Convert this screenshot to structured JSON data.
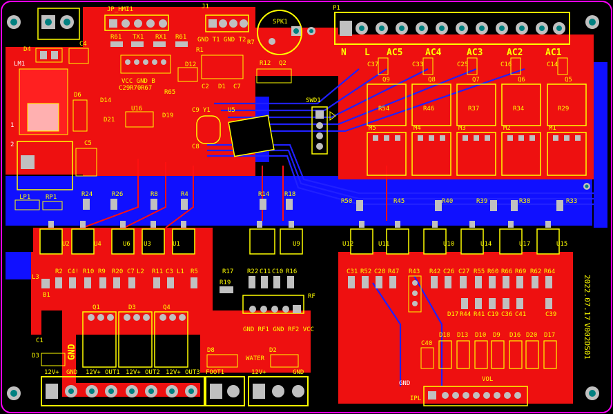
{
  "colors": {
    "board": "#000000",
    "outline": "#ff00ff",
    "top_copper": "#ff0000",
    "bottom_copper": "#0000ff",
    "silkscreen": "#ffff00",
    "pad": "#c0c0c0",
    "drill": "#008080"
  },
  "connectors": {
    "jp_hmi": "JP_HMI1",
    "j1": "J1",
    "j1_pins": "GND T1 GND T2",
    "spk": "SPK1",
    "p1": "P1",
    "p1_pins": [
      "N",
      "L",
      "AC5",
      "AC4",
      "AC3",
      "AC2",
      "AC1"
    ],
    "swd": "SWD1",
    "rf": "RF",
    "rf_pins": "GND RF1 GND RF2 VCC",
    "bottom_terms": [
      "12V+",
      "GND",
      "12V+",
      "OUT1",
      "12V+",
      "OUT2",
      "12V+",
      "OUT3"
    ],
    "foot": "FOOT1",
    "water": "WATER",
    "water_terms": [
      "12V+",
      "GND"
    ],
    "vol": "VOL",
    "ipl": "IPL",
    "gnd_label": "GND",
    "gnd_big": "GND",
    "lp": "LP1",
    "rp": "RP1",
    "b1": "B1",
    "num1": "1",
    "num2": "2"
  },
  "components": {
    "top_left": [
      "D4",
      "C4",
      "LM1",
      "D6",
      "C5",
      "C1",
      "D3",
      "L3"
    ],
    "hmi_row": [
      "R61",
      "TX1",
      "RX1",
      "R61"
    ],
    "mcu_area": [
      "VCC GND B",
      "C29",
      "R70",
      "R67",
      "R65",
      "D14",
      "U16",
      "D19",
      "D21",
      "U5",
      "C9",
      "Y1",
      "C8",
      "R1",
      "D12",
      "C2",
      "D1",
      "C7",
      "R7",
      "R12",
      "Q2"
    ],
    "triacs": [
      "Q9",
      "Q8",
      "Q7",
      "Q6",
      "Q5"
    ],
    "triac_res": [
      "R54",
      "R46",
      "R37",
      "R34",
      "R29"
    ],
    "triac_caps": [
      "C37",
      "C33",
      "C25",
      "C16",
      "C14"
    ],
    "mosfets": [
      "M5",
      "M4",
      "M3",
      "M2",
      "M1"
    ],
    "opto_left": [
      "U2",
      "U4",
      "U6",
      "U3",
      "U1"
    ],
    "opto_right": [
      "U12",
      "U11",
      "U10",
      "U14",
      "U17",
      "U15"
    ],
    "opto_mid": [
      "U9"
    ],
    "res_row_left": [
      "R24",
      "R26",
      "R8",
      "R4"
    ],
    "res_row_mid": [
      "R14",
      "R18"
    ],
    "res_row_right": [
      "R50",
      "R45",
      "R40",
      "R39",
      "R38",
      "R33"
    ],
    "power_row": [
      "R2",
      "C4!",
      "R10",
      "R9",
      "R20",
      "C7",
      "L2",
      "R11",
      "C3",
      "L1",
      "R5"
    ],
    "power_fets": [
      "Q1",
      "D3",
      "Q4"
    ],
    "rf_res": [
      "R22",
      "C11",
      "C10",
      "R16",
      "R17",
      "R19"
    ],
    "right_passives_1": [
      "C31",
      "R52",
      "C28",
      "R47",
      "R43",
      "R42",
      "C26",
      "C27",
      "R55",
      "R60",
      "R66",
      "R69",
      "R62",
      "R64"
    ],
    "right_passives_2": [
      "D17",
      "R44",
      "R41",
      "C19",
      "C36",
      "C41",
      "C39"
    ],
    "right_leds": [
      "D18",
      "D13",
      "D10",
      "D9",
      "D16",
      "D20",
      "D17"
    ],
    "c40": "C40",
    "d8": "D8",
    "d2": "D2"
  },
  "board_text": {
    "date": "2022.07.17",
    "code": "V002DS01"
  }
}
